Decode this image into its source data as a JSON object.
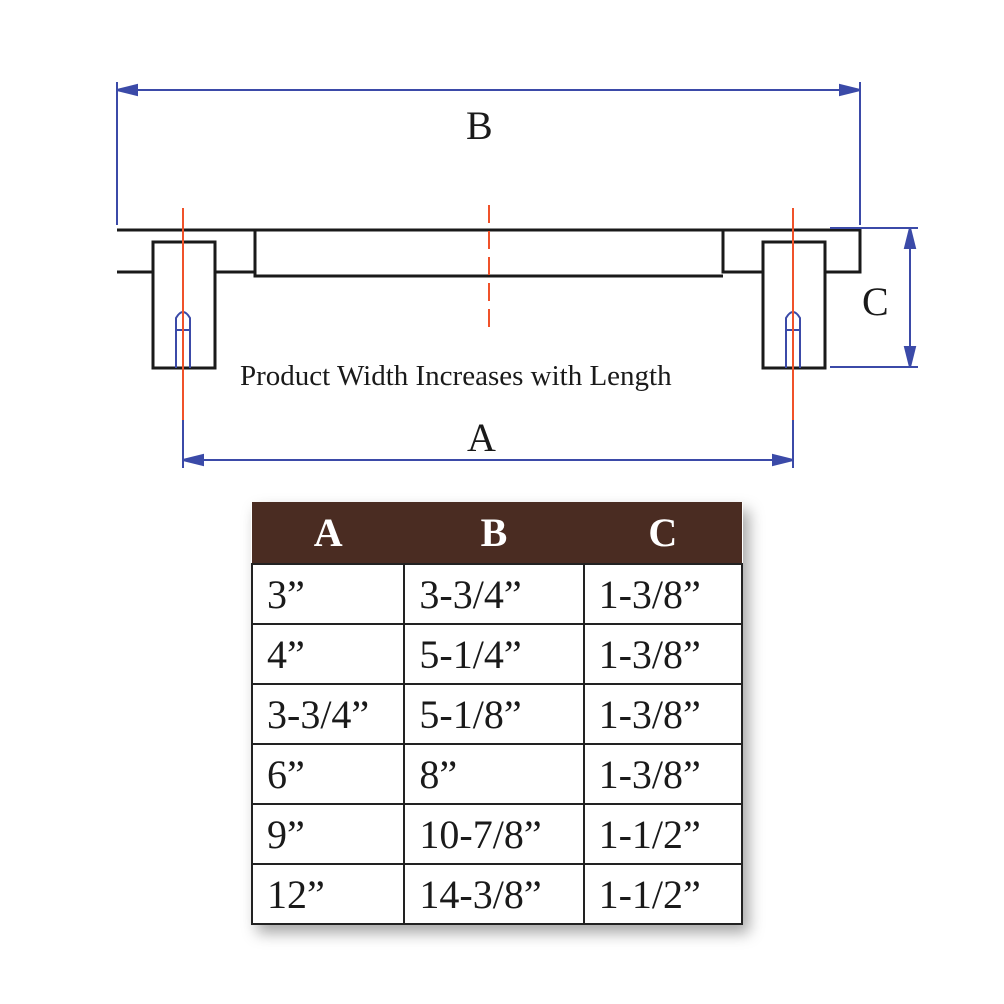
{
  "diagram": {
    "dimension_labels": {
      "a": "A",
      "b": "B",
      "c": "C"
    },
    "note": "Product Width Increases with Length",
    "colors": {
      "outline": "#1a1a1a",
      "dimension": "#3b4aa8",
      "centerline": "#f0522a",
      "header_bg": "#4a2c22"
    }
  },
  "table": {
    "headers": [
      "A",
      "B",
      "C"
    ],
    "rows": [
      [
        "3”",
        "3-3/4”",
        "1-3/8”"
      ],
      [
        "4”",
        "5-1/4”",
        "1-3/8”"
      ],
      [
        "3-3/4”",
        "5-1/8”",
        "1-3/8”"
      ],
      [
        "6”",
        "8”",
        "1-3/8”"
      ],
      [
        "9”",
        "10-7/8”",
        "1-1/2”"
      ],
      [
        "12”",
        "14-3/8”",
        "1-1/2”"
      ]
    ]
  }
}
